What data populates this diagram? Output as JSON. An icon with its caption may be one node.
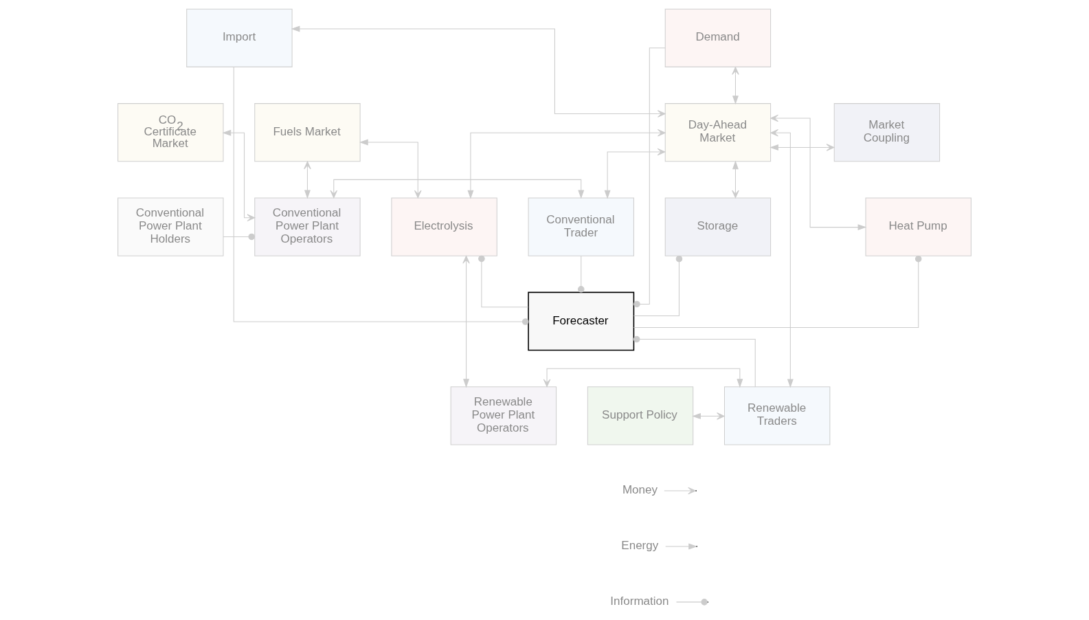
{
  "diagram": {
    "nodes": [
      {
        "text": [
          "Import"
        ]
      },
      {
        "text": [
          "Demand"
        ]
      },
      {
        "text": [
          "CO$_{2}$ Certificate Market"
        ]
      },
      {
        "text": [
          "Fuels Market"
        ]
      },
      {
        "text": [
          "Day-Ahead Market"
        ]
      },
      {
        "text": [
          "Market Coupling"
        ]
      },
      {
        "text": [
          "Conventional Power Plant Holders"
        ]
      },
      {
        "text": [
          "Conventional Power Plant Operators"
        ]
      },
      {
        "text": [
          "Conventional Trader"
        ]
      },
      {
        "text": [
          "Electrolysis"
        ]
      },
      {
        "text": [
          "Storage"
        ]
      },
      {
        "text": [
          "Heat Pump"
        ]
      },
      {
        "text": [
          "Forecaster"
        ]
      },
      {
        "text": [
          "Renewable Power Plant Operators"
        ]
      },
      {
        "text": [
          "Renewable Traders"
        ]
      },
      {
        "text": [
          "Support Policy"
        ]
      }
    ],
    "edges": [
      {
        "from": 4,
        "to": 1,
        "arrow": "both"
      },
      {
        "from": 0,
        "to": 12,
        "arrow": "other"
      },
      {
        "from": 1,
        "to": 12,
        "arrow": "other"
      },
      {
        "from": 4,
        "to": 0,
        "arrow": "both"
      },
      {
        "from": 4,
        "to": 8,
        "arrow": "both"
      },
      {
        "from": 4,
        "to": 14,
        "arrow": "both"
      },
      {
        "from": 7,
        "to": 2,
        "arrow": "both"
      },
      {
        "from": 7,
        "to": 3,
        "arrow": "both"
      },
      {
        "from": 9,
        "to": 3,
        "arrow": "both"
      },
      {
        "from": 6,
        "to": 7,
        "arrow": "other"
      },
      {
        "from": 7,
        "to": 8,
        "arrow": "both"
      },
      {
        "from": 4,
        "to": 9,
        "arrow": "both"
      },
      {
        "from": 4,
        "to": 10,
        "arrow": "both"
      },
      {
        "from": 4,
        "to": 11,
        "arrow": "both"
      },
      {
        "from": 4,
        "to": 5,
        "arrow": "both"
      },
      {
        "from": 12,
        "to": 9,
        "arrow": "other"
      },
      {
        "from": 12,
        "to": 10,
        "arrow": "other"
      },
      {
        "from": 12,
        "to": 11,
        "arrow": "other"
      },
      {
        "from": 8,
        "to": 12,
        "arrow": "other"
      },
      {
        "from": 14,
        "to": 12,
        "arrow": "other"
      },
      {
        "from": 13,
        "to": 9,
        "arrow": "both"
      },
      {
        "from": 13,
        "to": 14,
        "arrow": "both"
      },
      {
        "from": 15,
        "to": 14,
        "arrow": "both"
      }
    ],
    "legend": [
      {
        "text": "Money"
      },
      {
        "text": "Energy"
      },
      {
        "text": "Information"
      }
    ]
  }
}
